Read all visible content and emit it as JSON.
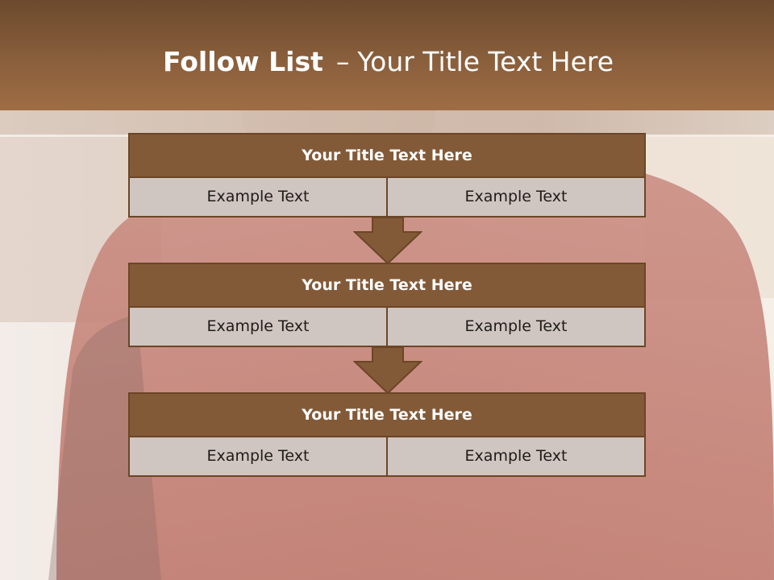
{
  "slide": {
    "title_bold": "Follow List",
    "title_sep": "–",
    "title_rest": "Your Title Text Here"
  },
  "blocks": [
    {
      "title": "Your Title Text Here",
      "left": "Example Text",
      "right": "Example Text"
    },
    {
      "title": "Your Title Text Here",
      "left": "Example Text",
      "right": "Example Text"
    },
    {
      "title": "Your Title Text Here",
      "left": "Example Text",
      "right": "Example Text"
    }
  ],
  "colors": {
    "header": "#8a5f3c",
    "block_title_bg": "#835a38",
    "cell_bg": "#cfc5c1",
    "border": "#6b4626",
    "arrow": "#835a38"
  },
  "icons": {
    "connector": "arrow-down-icon"
  }
}
